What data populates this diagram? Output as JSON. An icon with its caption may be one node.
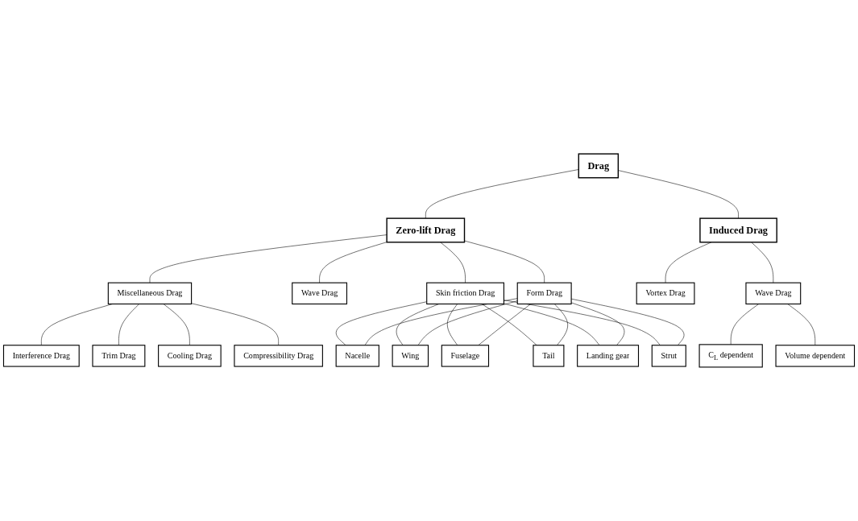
{
  "diagram": {
    "nodes": [
      {
        "text": [
          "Drag"
        ]
      },
      {
        "text": [
          "Zero-lift Drag"
        ]
      },
      {
        "text": [
          "Induced Drag"
        ]
      },
      {
        "text": [
          "Miscellaneous Drag"
        ]
      },
      {
        "text": [
          "Wave Drag"
        ]
      },
      {
        "text": [
          "Skin friction Drag"
        ]
      },
      {
        "text": [
          "Form Drag"
        ]
      },
      {
        "text": [
          "Vortex Drag"
        ]
      },
      {
        "text": [
          "Wave Drag"
        ]
      },
      {
        "text": [
          "Nacelle"
        ]
      },
      {
        "text": [
          "Wing"
        ]
      },
      {
        "text": [
          "Fuselage"
        ]
      },
      {
        "text": [
          "Tail"
        ]
      },
      {
        "text": [
          "Landing gear"
        ]
      },
      {
        "text": [
          "Strut"
        ]
      },
      {
        "text": [
          "Interference Drag"
        ]
      },
      {
        "text": [
          "Trim Drag"
        ]
      },
      {
        "text": [
          "Cooling Drag"
        ]
      },
      {
        "text": [
          "Compressibility Drag"
        ]
      },
      {
        "text": [
          "C$_{L}$ dependent"
        ]
      },
      {
        "text": [
          "Volume dependent"
        ]
      }
    ],
    "edges": [
      {
        "from": 0,
        "to": 1,
        "arrow": "none"
      },
      {
        "from": 0,
        "to": 2,
        "arrow": "none"
      },
      {
        "from": 1,
        "to": 3,
        "arrow": "none"
      },
      {
        "from": 1,
        "to": 4,
        "arrow": "none"
      },
      {
        "from": 1,
        "to": 5,
        "arrow": "none"
      },
      {
        "from": 1,
        "to": 6,
        "arrow": "none"
      },
      {
        "from": 2,
        "to": 7,
        "arrow": "none"
      },
      {
        "from": 2,
        "to": 8,
        "arrow": "none"
      },
      {
        "from": 5,
        "to": 9,
        "arrow": "none"
      },
      {
        "from": 5,
        "to": 10,
        "arrow": "none"
      },
      {
        "from": 5,
        "to": 11,
        "arrow": "none"
      },
      {
        "from": 5,
        "to": 12,
        "arrow": "none"
      },
      {
        "from": 5,
        "to": 13,
        "arrow": "none"
      },
      {
        "from": 5,
        "to": 14,
        "arrow": "none"
      },
      {
        "from": 6,
        "to": 9,
        "arrow": "none"
      },
      {
        "from": 6,
        "to": 10,
        "arrow": "none"
      },
      {
        "from": 6,
        "to": 11,
        "arrow": "none"
      },
      {
        "from": 6,
        "to": 12,
        "arrow": "none"
      },
      {
        "from": 6,
        "to": 13,
        "arrow": "none"
      },
      {
        "from": 6,
        "to": 14,
        "arrow": "none"
      },
      {
        "from": 3,
        "to": 15,
        "arrow": "none"
      },
      {
        "from": 3,
        "to": 16,
        "arrow": "none"
      },
      {
        "from": 3,
        "to": 17,
        "arrow": "none"
      },
      {
        "from": 3,
        "to": 18,
        "arrow": "none"
      },
      {
        "from": 8,
        "to": 19,
        "arrow": "none"
      },
      {
        "from": 8,
        "to": 20,
        "arrow": "none"
      }
    ]
  }
}
